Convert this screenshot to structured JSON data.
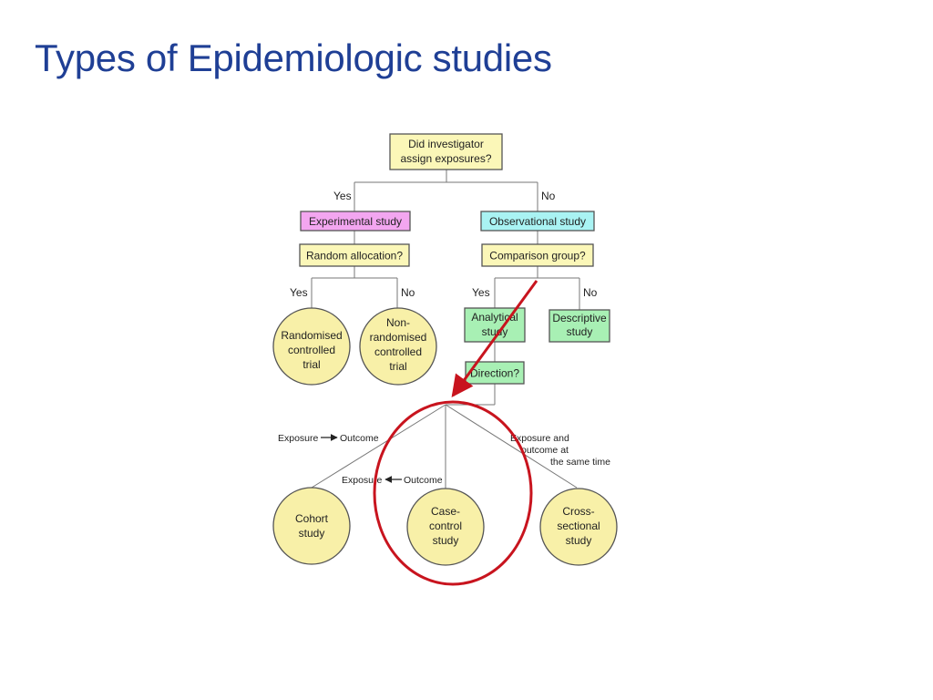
{
  "slide": {
    "title": "Types of Epidemiologic studies"
  },
  "colors": {
    "title": "#1f3f95",
    "question_box": "#fbf7b8",
    "experimental_box": "#f3a6f0",
    "observational_box": "#a9f3f3",
    "analytical_box": "#a8f0b4",
    "circle_fill": "#f8f0a8",
    "highlight": "#c8141e"
  },
  "diagram": {
    "q_assign": [
      "Did investigator",
      "assign exposures?"
    ],
    "yes_1": "Yes",
    "no_1": "No",
    "experimental": "Experimental study",
    "observational": "Observational study",
    "q_random": "Random allocation?",
    "q_comparison": "Comparison group?",
    "yes_2": "Yes",
    "no_2": "No",
    "yes_3": "Yes",
    "no_3": "No",
    "rct": [
      "Randomised",
      "controlled",
      "trial"
    ],
    "non_rct": [
      "Non-",
      "randomised",
      "controlled",
      "trial"
    ],
    "analytical": [
      "Analytical",
      "study"
    ],
    "descriptive": [
      "Descriptive",
      "study"
    ],
    "q_direction": "Direction?",
    "cohort_label": {
      "left": "Exposure",
      "right": "Outcome"
    },
    "case_control_label": {
      "left": "Exposure",
      "right": "Outcome"
    },
    "cross_label": [
      "Exposure and",
      "outcome at",
      "the same time"
    ],
    "cohort": [
      "Cohort",
      "study"
    ],
    "case_control": [
      "Case-",
      "control",
      "study"
    ],
    "cross_sectional": [
      "Cross-",
      "sectional",
      "study"
    ]
  }
}
